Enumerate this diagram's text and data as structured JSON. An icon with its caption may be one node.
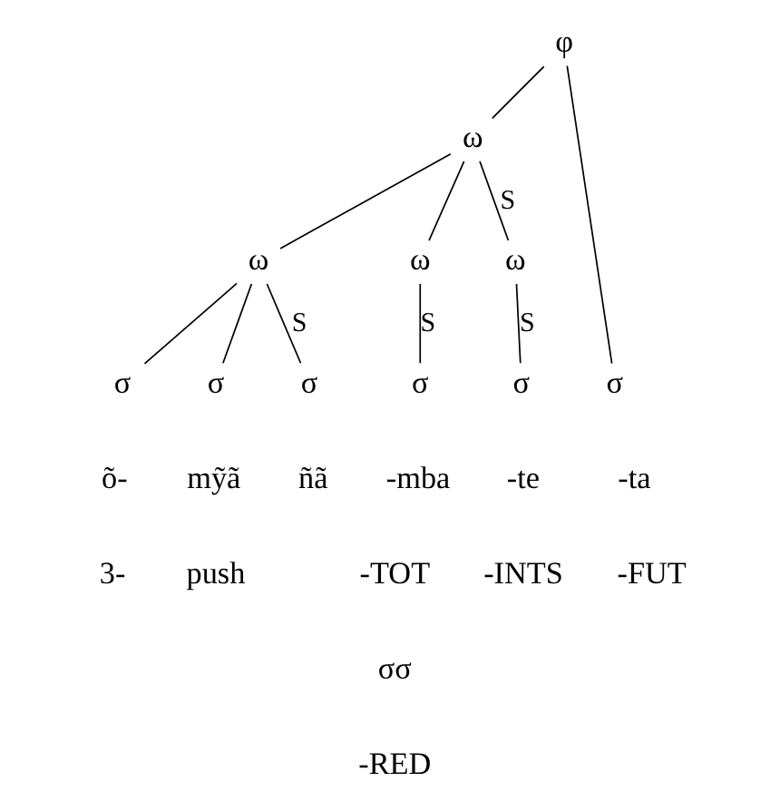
{
  "diagram": {
    "nodes": [
      {
        "text": [
          "φ"
        ]
      },
      {
        "text": [
          "ω"
        ]
      },
      {
        "text": [
          "ω"
        ]
      },
      {
        "text": [
          "ω"
        ]
      },
      {
        "text": [
          "ω"
        ]
      },
      {
        "text": [
          "σ"
        ]
      },
      {
        "text": [
          "σ"
        ]
      },
      {
        "text": [
          "σ"
        ]
      },
      {
        "text": [
          "σ"
        ]
      },
      {
        "text": [
          "σ"
        ]
      },
      {
        "text": [
          "σ"
        ]
      }
    ],
    "edges": [
      {
        "from": 0,
        "to": 1,
        "arrow": "none"
      },
      {
        "from": 0,
        "to": 10,
        "arrow": "none"
      },
      {
        "from": 1,
        "to": 2,
        "arrow": "none"
      },
      {
        "from": 1,
        "to": 3,
        "arrow": "none"
      },
      {
        "from": 1,
        "to": 4,
        "arrow": "none",
        "label": "S"
      },
      {
        "from": 2,
        "to": 5,
        "arrow": "none"
      },
      {
        "from": 2,
        "to": 6,
        "arrow": "none"
      },
      {
        "from": 2,
        "to": 7,
        "arrow": "none",
        "label": "S"
      },
      {
        "from": 3,
        "to": 8,
        "arrow": "none",
        "label": "S"
      },
      {
        "from": 4,
        "to": 9,
        "arrow": "none",
        "label": "S"
      }
    ],
    "labels": [
      "õ-",
      "mỹã",
      "ñã",
      "-mba",
      "-te",
      "-ta",
      "3-",
      "push",
      "-TOT",
      "-INTS",
      "-FUT",
      "σσ",
      "-RED"
    ]
  }
}
